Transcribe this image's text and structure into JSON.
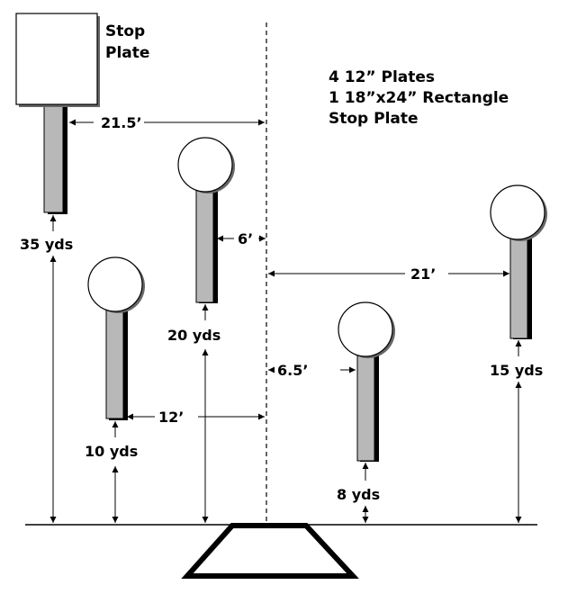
{
  "stop_plate": {
    "label_line1": "Stop",
    "label_line2": "Plate"
  },
  "legend": {
    "line1": "4 12” Plates",
    "line2": "1 18”x24” Rectangle",
    "line3": "Stop Plate"
  },
  "distances": {
    "stop_plate": "35 yds",
    "plate_a": "20 yds",
    "plate_b": "10 yds",
    "plate_c": "8 yds",
    "plate_d": "15 yds"
  },
  "lateral": {
    "stop_to_center": "21.5’",
    "plate_a_to_center": "6’",
    "plate_b_to_center": "12’",
    "plate_c_to_center": "6.5’",
    "plate_d_to_center": "21’"
  },
  "colors": {
    "post_fill": "#b8b8b8",
    "post_shadow": "#000000",
    "line": "#000000"
  }
}
